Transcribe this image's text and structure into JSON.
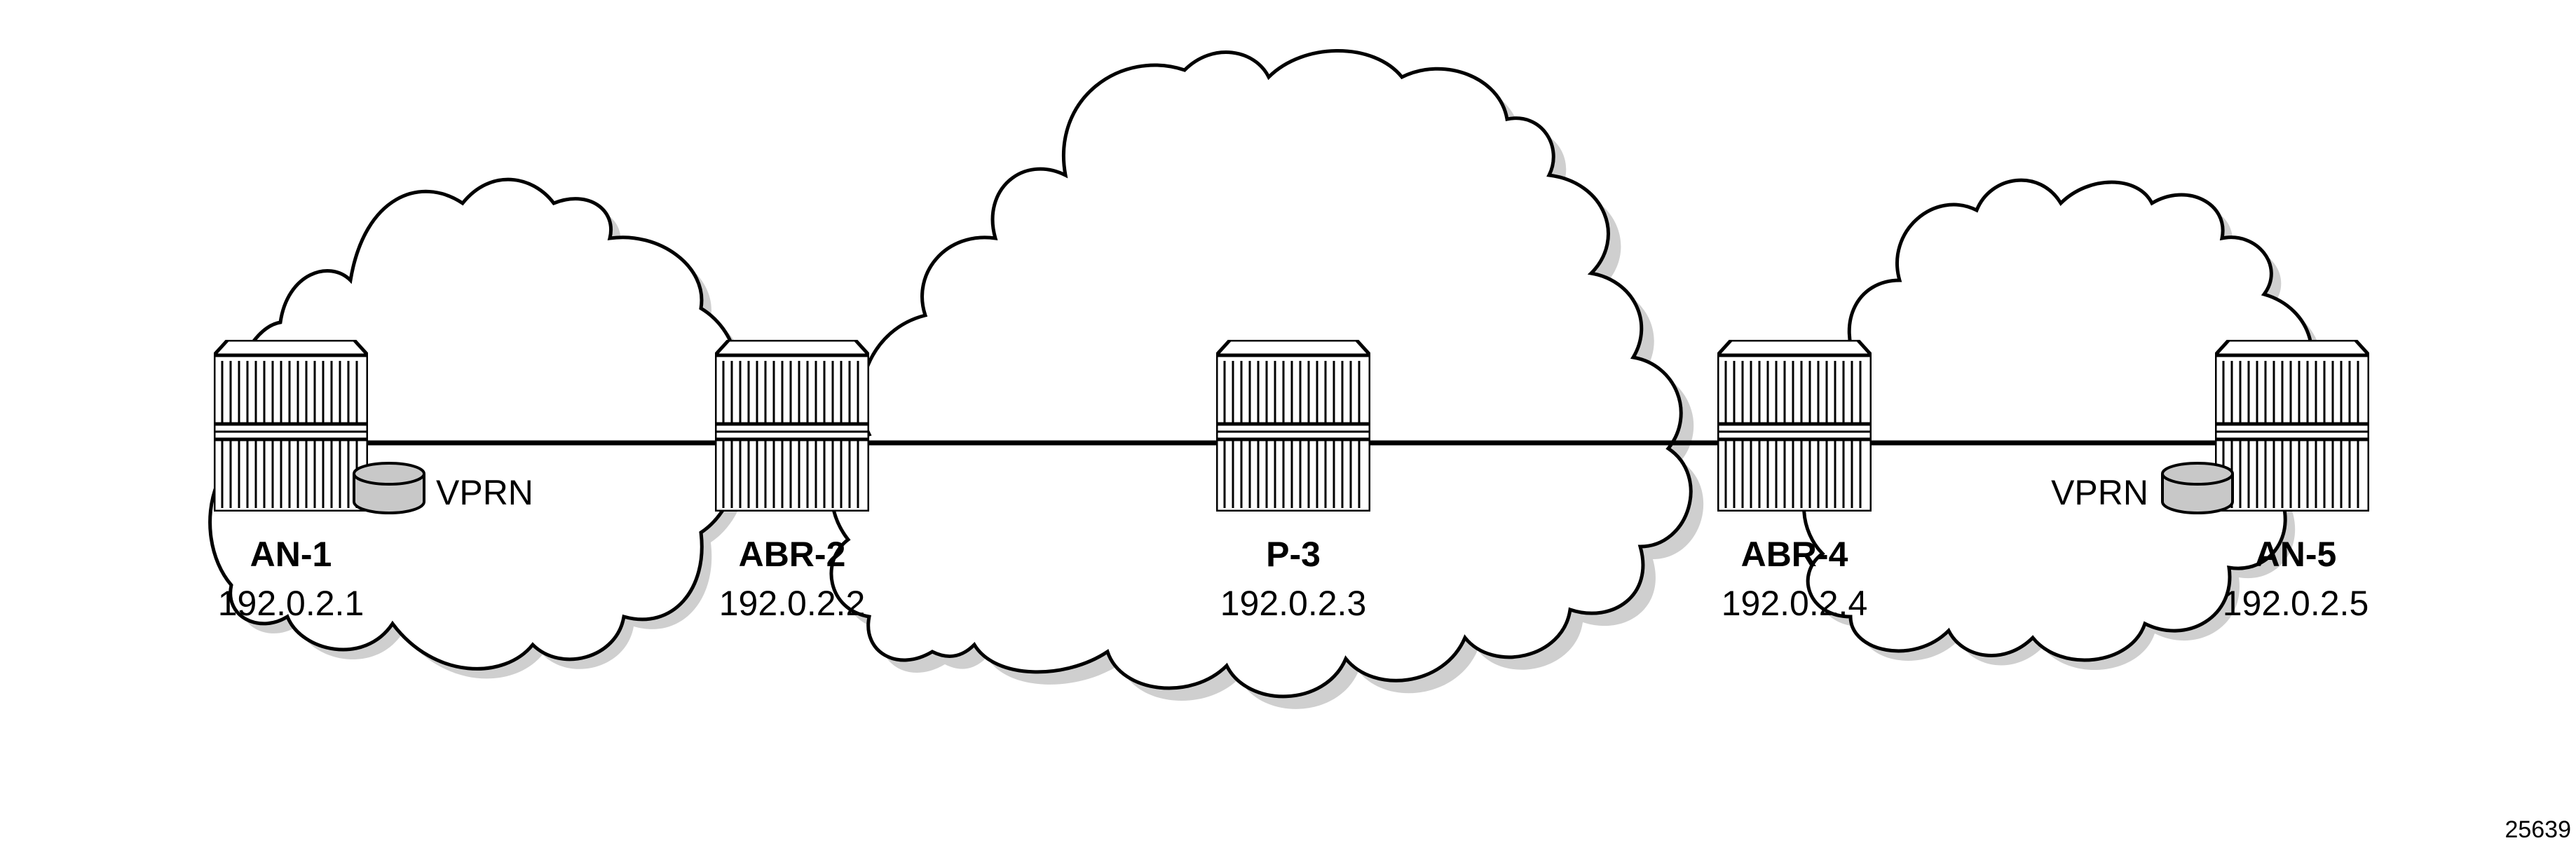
{
  "figure_id": "25639",
  "nodes": [
    {
      "key": "an1",
      "name": "AN-1",
      "ip": "192.0.2.1"
    },
    {
      "key": "abr2",
      "name": "ABR-2",
      "ip": "192.0.2.2"
    },
    {
      "key": "p3",
      "name": "P-3",
      "ip": "192.0.2.3"
    },
    {
      "key": "abr4",
      "name": "ABR-4",
      "ip": "192.0.2.4"
    },
    {
      "key": "an5",
      "name": "AN-5",
      "ip": "192.0.2.5"
    }
  ],
  "vprn": [
    {
      "on": "AN-1",
      "label": "VPRN"
    },
    {
      "on": "AN-5",
      "label": "VPRN"
    }
  ],
  "links": [
    {
      "from": "AN-1",
      "to": "ABR-2"
    },
    {
      "from": "ABR-2",
      "to": "P-3"
    },
    {
      "from": "P-3",
      "to": "ABR-4"
    },
    {
      "from": "ABR-4",
      "to": "AN-5"
    }
  ],
  "clouds": [
    "left-access-domain",
    "core-domain",
    "right-access-domain"
  ],
  "colors": {
    "router_face": "#dcdcdc",
    "cloud_shadow": "#cfcfcf",
    "vprn_cylinder": "#c8c8c8"
  },
  "icons": {
    "router": "router-icon",
    "vprn": "vprn-cylinder-icon",
    "cloud": "cloud-icon"
  }
}
